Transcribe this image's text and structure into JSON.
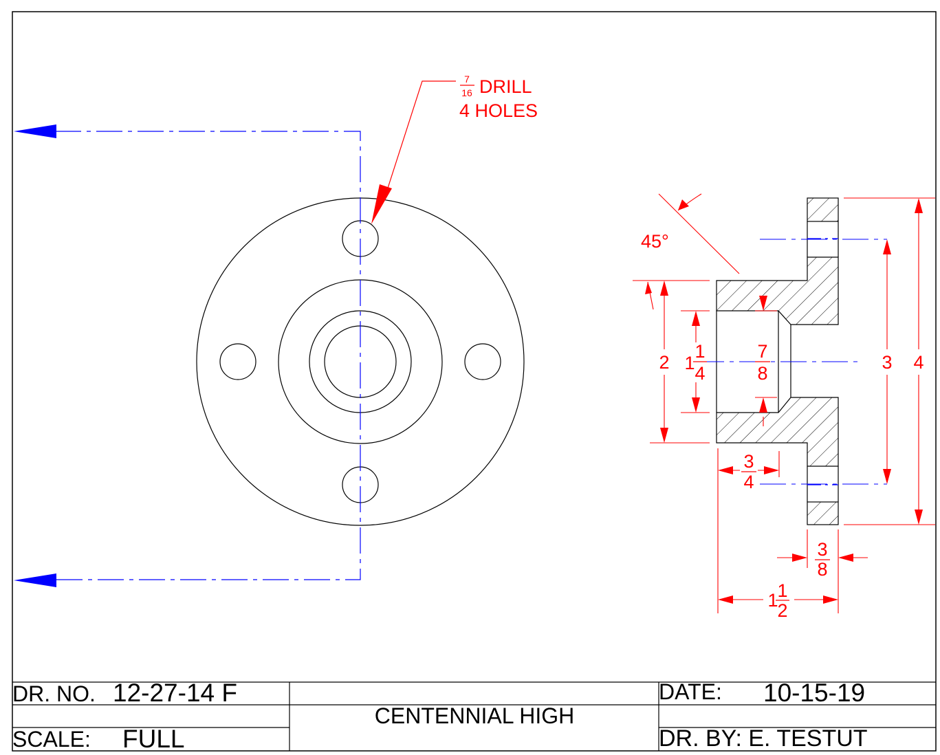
{
  "callout": {
    "drill_num": "7",
    "drill_den": "16",
    "drill_label": "DRILL",
    "holes_label": "4 HOLES"
  },
  "dimensions": {
    "angle": "45°",
    "dia_2": "2",
    "dia_1_1_4_whole": "1",
    "dia_1_1_4_num": "1",
    "dia_1_1_4_den": "4",
    "depth_7_8_num": "7",
    "depth_7_8_den": "8",
    "dia_3": "3",
    "dia_4": "4",
    "len_3_4_num": "3",
    "len_3_4_den": "4",
    "flange_3_8_num": "3",
    "flange_3_8_den": "8",
    "total_whole": "1",
    "total_num": "1",
    "total_den": "2"
  },
  "title_block": {
    "dr_no_label": "DR. NO.",
    "dr_no_value": "12-27-14 F",
    "scale_label": "SCALE:",
    "scale_value": "FULL",
    "school": "CENTENNIAL HIGH",
    "date_label": "DATE:",
    "date_value": "10-15-19",
    "drawn_by": "DR. BY: E. TESTUT"
  },
  "colors": {
    "object_line": "#000000",
    "dimension": "#ff0000",
    "center_line": "#0000ff",
    "cutting_plane": "#0000ff"
  }
}
